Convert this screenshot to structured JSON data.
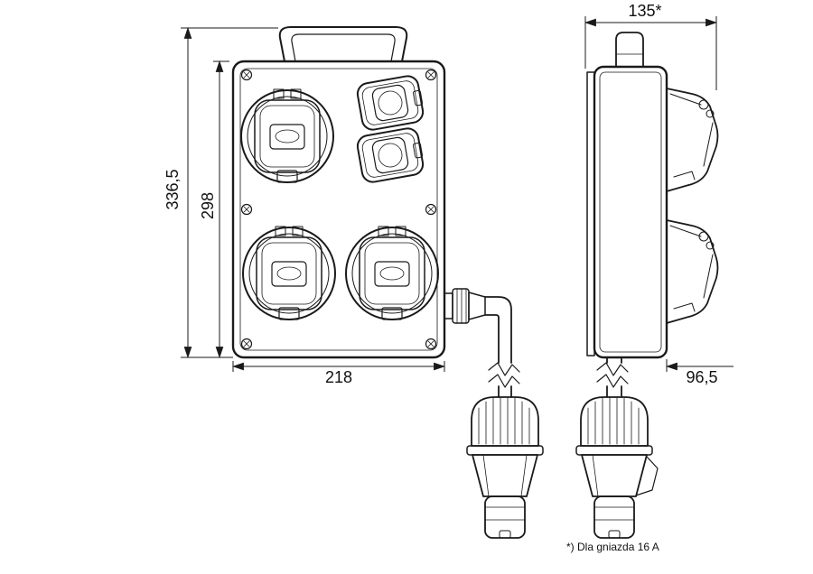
{
  "drawing": {
    "dimensions": {
      "overall_height": "336,5",
      "box_height": "298",
      "box_width": "218",
      "depth_total": "135*",
      "depth_body": "96,5"
    },
    "footnote": "*) Dla gniazda 16 A"
  },
  "colors": {
    "line": "#1a1a1a",
    "background": "#ffffff"
  }
}
